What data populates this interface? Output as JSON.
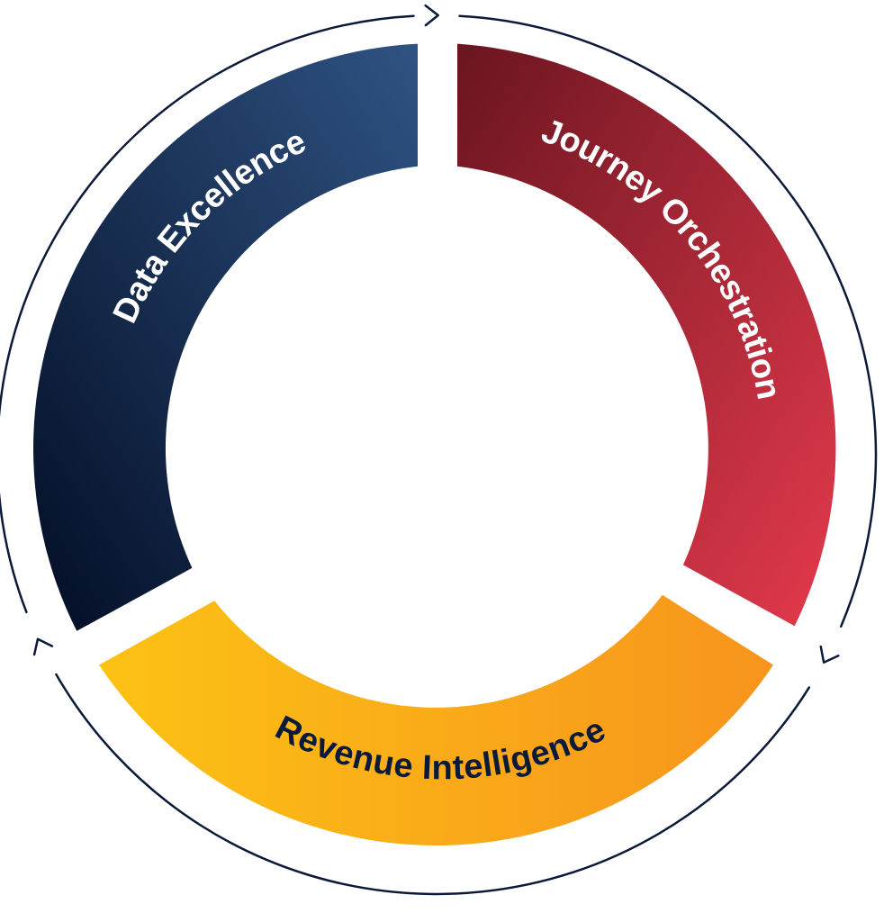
{
  "diagram": {
    "segments": [
      {
        "key": "data-excellence",
        "label": "Data Excellence",
        "gradient": [
          "#030d24",
          "#2f5383"
        ],
        "text_color": "#ffffff"
      },
      {
        "key": "journey-orchestration",
        "label": "Journey Orchestration",
        "gradient": [
          "#6a1520",
          "#e43a4c"
        ],
        "text_color": "#ffffff"
      },
      {
        "key": "revenue-intelligence",
        "label": "Revenue Intelligence",
        "gradient": [
          "#fcc214",
          "#f7941d"
        ],
        "text_color": "#0b1a38"
      }
    ],
    "outer_ring_color": "#0b1a38",
    "cycle_direction": "clockwise",
    "arrow_icons": [
      "chevron-right-icon",
      "chevron-down-left-icon",
      "chevron-up-left-icon"
    ]
  }
}
